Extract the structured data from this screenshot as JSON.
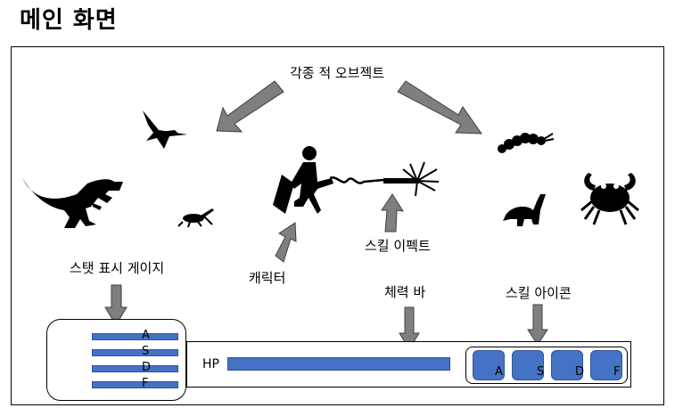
{
  "page": {
    "title": "메인 화면"
  },
  "labels": {
    "objects": "각종 적 오브젝트",
    "character": "캐릭터",
    "skill_effect": "스킬 이펙트",
    "stat_gauge": "스탯 표시 게이지",
    "hp_bar": "체력 바",
    "skill_icons": "스킬 아이콘"
  },
  "hud": {
    "hp_label": "HP",
    "stat_bars": [
      "A",
      "S",
      "D",
      "F"
    ],
    "skill_keys": [
      "A",
      "S",
      "D",
      "F"
    ]
  },
  "icons": [
    "pterodactyl-icon",
    "t-rex-icon",
    "cricket-icon",
    "runner-with-weapon-icon",
    "skill-spark-icon",
    "caterpillar-icon",
    "brontosaurus-icon",
    "crab-icon"
  ],
  "colors": {
    "bar_fill": "#4472c4",
    "bar_border": "#2f5597",
    "arrow_fill": "#7f7f7f"
  }
}
